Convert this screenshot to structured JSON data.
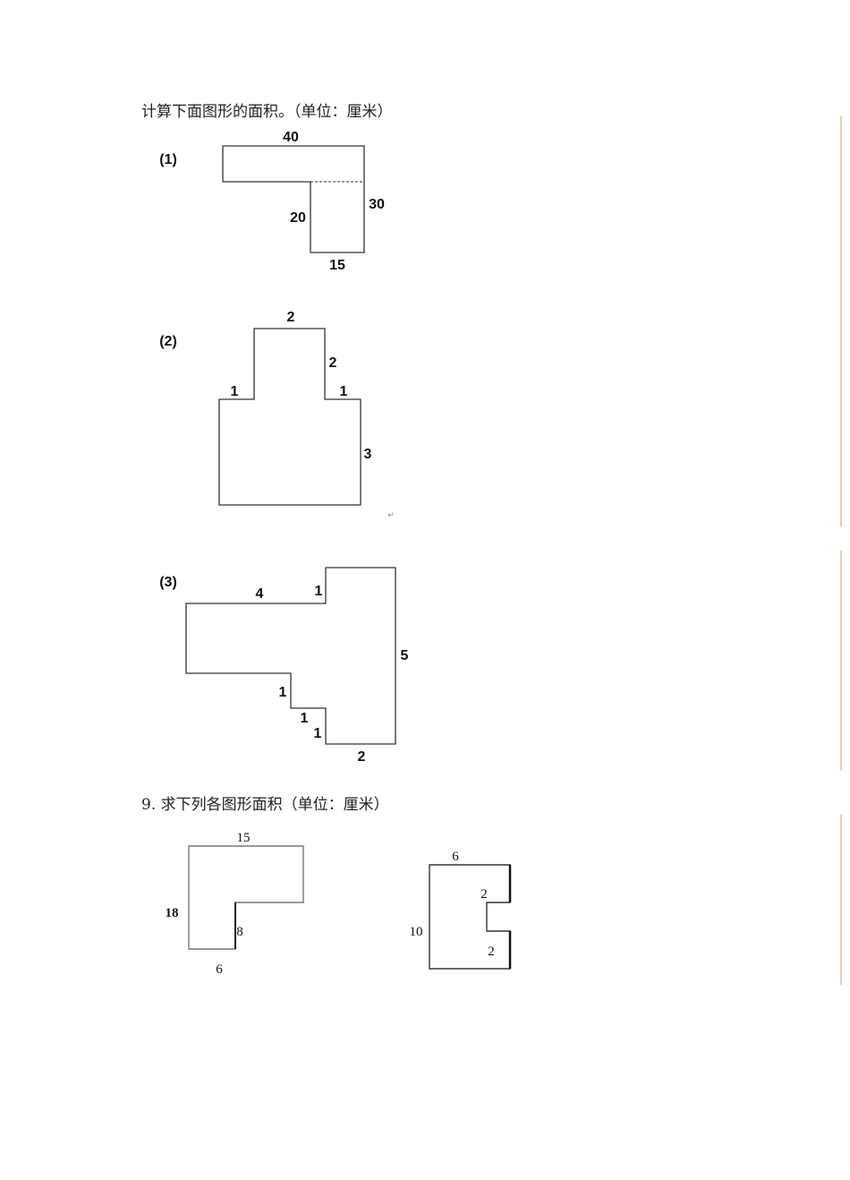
{
  "section1": {
    "heading": "计算下面图形的面积。（单位：厘米）",
    "figures": [
      {
        "label": "(1)",
        "dims": [
          "40",
          "30",
          "20",
          "15"
        ]
      },
      {
        "label": "(2)",
        "dims": [
          "2",
          "2",
          "1",
          "1",
          "3"
        ]
      },
      {
        "label": "(3)",
        "dims": [
          "4",
          "1",
          "5",
          "1",
          "1",
          "1",
          "2"
        ]
      }
    ],
    "return_mark": "↵"
  },
  "section2": {
    "heading": "9.   求下列各图形面积（单位：厘米）",
    "figures": [
      {
        "dims": [
          "15",
          "18",
          "8",
          "6"
        ]
      },
      {
        "dims": [
          "6",
          "2",
          "10",
          "2"
        ]
      }
    ]
  },
  "colors": {
    "margin_line": "#edc9ad",
    "stroke": "#333333"
  }
}
